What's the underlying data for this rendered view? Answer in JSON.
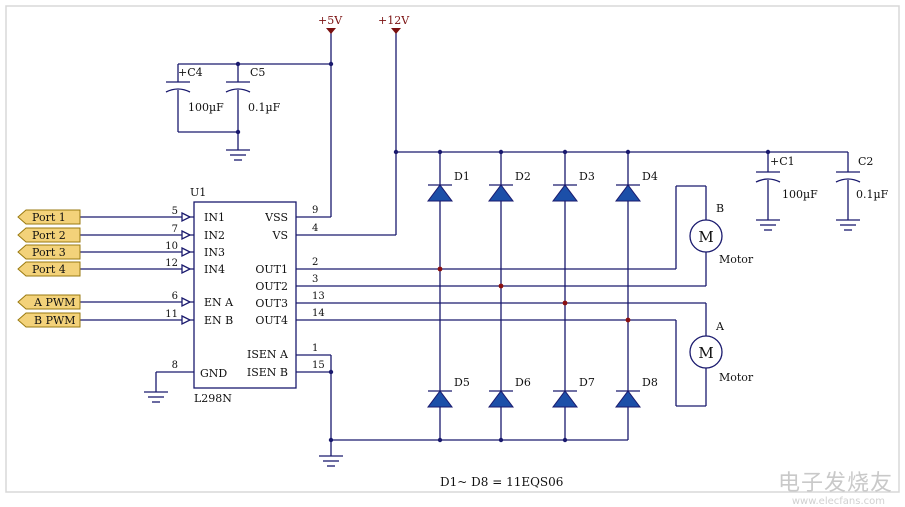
{
  "power": {
    "v5": "+5V",
    "v12": "+12V"
  },
  "chip": {
    "ref": "U1",
    "part": "L298N",
    "left_pins": [
      {
        "num": "5",
        "name": "IN1"
      },
      {
        "num": "7",
        "name": "IN2"
      },
      {
        "num": "10",
        "name": "IN3"
      },
      {
        "num": "12",
        "name": "IN4"
      },
      {
        "num": "6",
        "name": "EN A"
      },
      {
        "num": "11",
        "name": "EN B"
      },
      {
        "num": "8",
        "name": "GND"
      }
    ],
    "right_pins": [
      {
        "num": "9",
        "name": "VSS"
      },
      {
        "num": "4",
        "name": "VS"
      },
      {
        "num": "2",
        "name": "OUT1"
      },
      {
        "num": "3",
        "name": "OUT2"
      },
      {
        "num": "13",
        "name": "OUT3"
      },
      {
        "num": "14",
        "name": "OUT4"
      },
      {
        "num": "1",
        "name": "ISEN A"
      },
      {
        "num": "15",
        "name": "ISEN B"
      }
    ]
  },
  "ports": [
    "Port 1",
    "Port 2",
    "Port 3",
    "Port 4",
    "A PWM",
    "B PWM"
  ],
  "caps": {
    "c4": {
      "ref": "+C4",
      "value": "100µF"
    },
    "c5": {
      "ref": "C5",
      "value": "0.1µF"
    },
    "c1": {
      "ref": "+C1",
      "value": "100µF"
    },
    "c2": {
      "ref": "C2",
      "value": "0.1µF"
    }
  },
  "diodes": [
    "D1",
    "D2",
    "D3",
    "D4",
    "D5",
    "D6",
    "D7",
    "D8"
  ],
  "motors": [
    {
      "letter": "B",
      "symbol": "M",
      "label": "Motor"
    },
    {
      "letter": "A",
      "symbol": "M",
      "label": "Motor"
    }
  ],
  "note": "D1~ D8 = 11EQS06",
  "watermark": {
    "main": "电子发烧友",
    "sub": "www.elecfans.com"
  }
}
